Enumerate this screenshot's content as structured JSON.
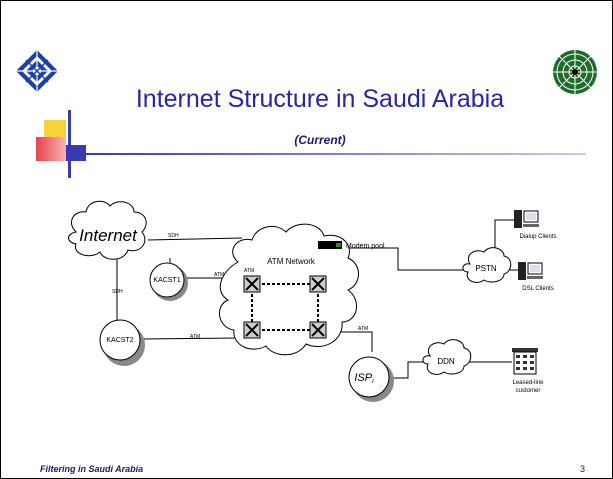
{
  "slide": {
    "title": "Internet Structure in Saudi Arabia",
    "subtitle": "(Current)",
    "footer": "Filtering in Saudi Arabia",
    "page_number": "3"
  },
  "diagram": {
    "internet_label": "Internet",
    "atm_network_label": "ATM Network",
    "modem_pool_label": "Modem pool",
    "pstn_label": "PSTN",
    "ddn_label": "DDN",
    "isp_label": "ISP",
    "isp_subscript": "i",
    "kacst1_label": "KACST1",
    "kacst2_label": "KACST2",
    "dialup_label": "Dialup Clients",
    "dsl_label": "DSL Clients",
    "leased_line_label_1": "Leased-line",
    "leased_line_label_2": "customer",
    "link_sdh_top": "SDH",
    "link_sdh_left": "SDH",
    "link_atm_1": "ATM",
    "link_atm_2": "ATM",
    "link_atm_3": "ATM",
    "link_atm_isp": "ATM"
  },
  "colors": {
    "title": "#2626a8",
    "logo_left": "#1d3fa8",
    "logo_right": "#1f6b2a",
    "accent_yellow": "#f5d33a",
    "accent_red": "#e8424a",
    "accent_blue": "#3a3ab0"
  }
}
